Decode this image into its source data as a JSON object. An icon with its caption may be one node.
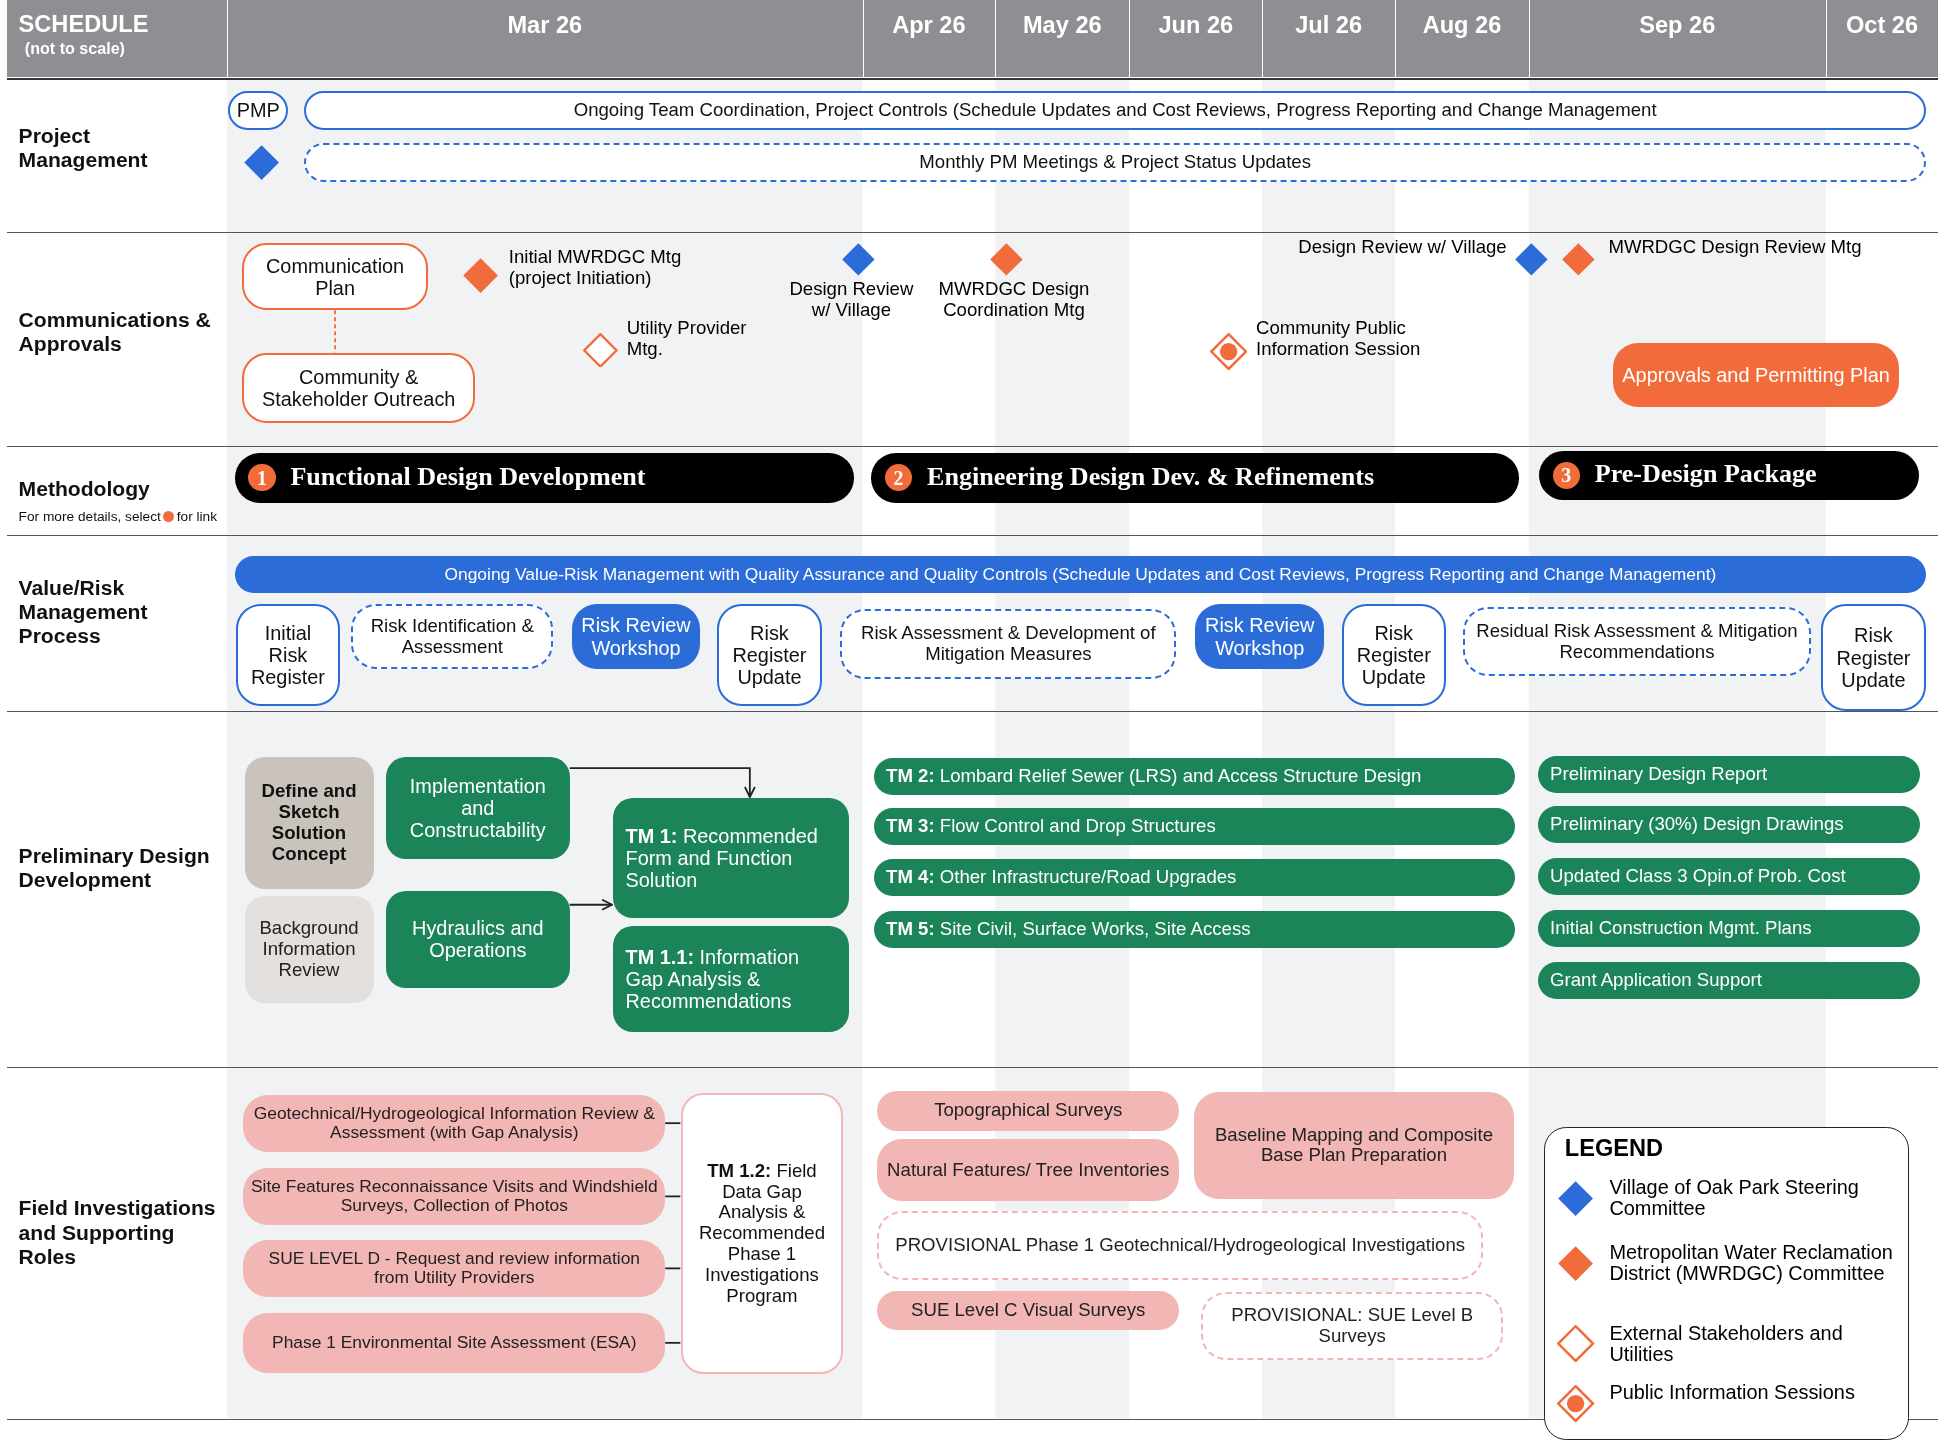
{
  "diagram": {
    "nodes": [
      {
        "text": [
          "PMP"
        ]
      },
      {
        "text": [
          "Ongoing Team Coordination, Project Controls (Schedule Updates and Cost Reviews, Progress Reporting and Change Management"
        ]
      },
      {
        "text": [],
        "shape": "diamond"
      },
      {
        "text": [
          "Monthly PM Meetings & Project Status Updates"
        ]
      },
      {
        "text": [
          "Communication Plan"
        ]
      },
      {
        "text": [
          "Community & Stakeholder Outreach"
        ]
      },
      {
        "text": [],
        "shape": "diamond",
        "beside": [
          "Initial MWRDGC Mtg (project Initiation)"
        ]
      },
      {
        "text": [],
        "shape": "diamond",
        "beside": [
          "Utility Provider Mtg."
        ]
      },
      {
        "text": [],
        "shape": "diamond",
        "beside": [
          "Design Review w/ Village"
        ]
      },
      {
        "text": [],
        "shape": "diamond",
        "beside": [
          "MWRDGC Design Coordination Mtg"
        ]
      },
      {
        "text": [],
        "shape": "diamond",
        "beside": [
          "Design Review w/ Village"
        ]
      },
      {
        "text": [],
        "shape": "diamond",
        "beside": [
          "MWRDGC Design Review Mtg"
        ]
      },
      {
        "text": [],
        "shape": "diamond",
        "beside": [
          "Community Public Information Session"
        ]
      },
      {
        "text": [
          "Approvals and Permitting Plan"
        ]
      },
      {
        "text": [
          "1",
          "Functional Design Development"
        ]
      },
      {
        "text": [
          "2",
          "Engineering Design Dev. & Refinements"
        ]
      },
      {
        "text": [
          "3",
          "Pre-Design Package"
        ]
      },
      {
        "text": [
          "Ongoing Value-Risk Management with Quality Assurance and Quality Controls (Schedule Updates and Cost Reviews, Progress Reporting and Change Management)"
        ]
      },
      {
        "text": [
          "Initial Risk Register"
        ]
      },
      {
        "text": [
          "Risk Identification & Assessment"
        ]
      },
      {
        "text": [
          "Risk Review Workshop"
        ]
      },
      {
        "text": [
          "Risk Register Update"
        ]
      },
      {
        "text": [
          "Risk Assessment & Development of Mitigation Measures"
        ]
      },
      {
        "text": [
          "Risk Review Workshop"
        ]
      },
      {
        "text": [
          "Risk Register Update"
        ]
      },
      {
        "text": [
          "Residual Risk Assessment & Mitigation Recommendations"
        ]
      },
      {
        "text": [
          "Risk Register Update"
        ]
      },
      {
        "text": [
          "Define and Sketch Solution Concept"
        ]
      },
      {
        "text": [
          "Background Information Review"
        ]
      },
      {
        "text": [
          "Implementation and Constructability"
        ]
      },
      {
        "text": [
          "Hydraulics and Operations"
        ]
      },
      {
        "text": [
          "**TM 1:** Recommended Form and Function Solution"
        ]
      },
      {
        "text": [
          "**TM 1.1:** Information Gap Analysis & Recommendations"
        ]
      },
      {
        "text": [
          "**TM 2:** Lombard Relief Sewer (LRS) and Access Structure Design"
        ]
      },
      {
        "text": [
          "**TM 3:** Flow Control and Drop Structures"
        ]
      },
      {
        "text": [
          "**TM 4:** Other Infrastructure/Road Upgrades"
        ]
      },
      {
        "text": [
          "**TM 5:** Site Civil, Surface Works, Site Access"
        ]
      },
      {
        "text": [
          "Preliminary Design Report"
        ]
      },
      {
        "text": [
          "Preliminary (30%) Design Drawings"
        ]
      },
      {
        "text": [
          "Updated Class 3 Opin.of Prob. Cost"
        ]
      },
      {
        "text": [
          "Initial Construction Mgmt. Plans"
        ]
      },
      {
        "text": [
          "Grant Application Support"
        ]
      },
      {
        "text": [
          "Geotechnical/Hydrogeological Information Review & Assessment (with Gap Analysis)"
        ]
      },
      {
        "text": [
          "Site Features Reconnaissance Visits and Windshield Surveys, Collection of Photos"
        ]
      },
      {
        "text": [
          "SUE LEVEL D - Request and review information from Utility Providers"
        ]
      },
      {
        "text": [
          "Phase 1 Environmental Site Assessment (ESA)"
        ]
      },
      {
        "text": [
          "**TM 1.2:** Field Data Gap Analysis & Recommended Phase 1 Investigations Program"
        ]
      },
      {
        "text": [
          "Topographical Surveys"
        ]
      },
      {
        "text": [
          "Natural Features/ Tree Inventories"
        ]
      },
      {
        "text": [
          "Baseline Mapping and Composite Base Plan Preparation"
        ]
      },
      {
        "text": [
          "PROVISIONAL Phase 1 Geotechnical/Hydrogeological Investigations"
        ]
      },
      {
        "text": [
          "SUE Level C Visual Surveys"
        ]
      },
      {
        "text": [
          "PROVISIONAL: SUE Level B Surveys"
        ]
      }
    ],
    "edges": [
      {
        "from": 4,
        "to": 5,
        "arrow": "none",
        "style": "dashed",
        "color": "#f26b3a"
      },
      {
        "from": 29,
        "to": 31,
        "arrow": "to"
      },
      {
        "from": 30,
        "to": 31,
        "arrow": "to"
      },
      {
        "from": 42,
        "to": 46,
        "arrow": "none"
      },
      {
        "from": 43,
        "to": 46,
        "arrow": "none"
      },
      {
        "from": 44,
        "to": 46,
        "arrow": "none"
      },
      {
        "from": 45,
        "to": 46,
        "arrow": "none"
      }
    ],
    "labels": [
      "SCHEDULE",
      "(not to scale)",
      "Mar 26",
      "Apr 26",
      "May 26",
      "Jun 26",
      "Jul 26",
      "Aug 26",
      "Sep 26",
      "Oct 26",
      "Project Management",
      "Communications & Approvals",
      "Methodology",
      "For more details, select",
      "for link",
      "Value/Risk Management Process",
      "Preliminary Design Development",
      "Field Investigations and Supporting Roles",
      "LEGEND"
    ],
    "legend": [
      {
        "text": "Village of Oak Park Steering Committee"
      },
      {
        "text": "Metropolitan Water Reclamation District (MWRDGC) Committee"
      },
      {
        "text": "External Stakeholders and Utilities"
      },
      {
        "text": "Public Information Sessions"
      }
    ]
  }
}
